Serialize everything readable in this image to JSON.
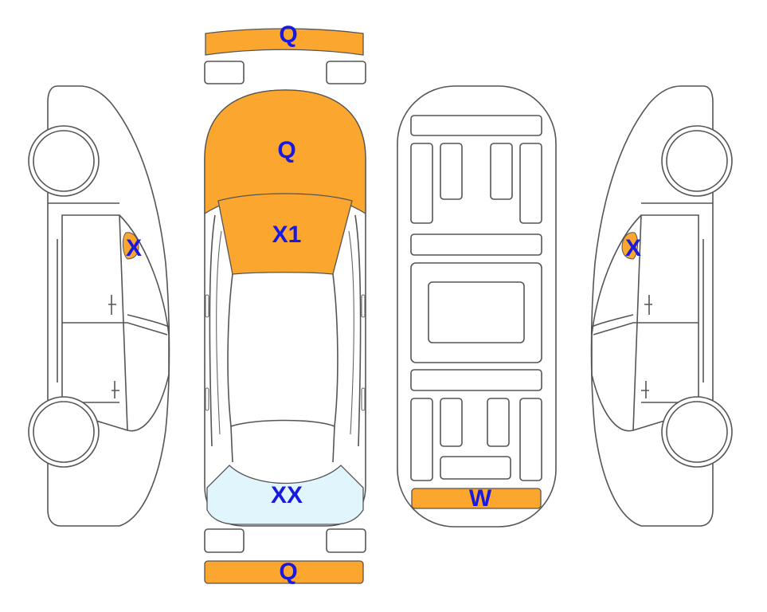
{
  "colors": {
    "damage": "#fba62f",
    "glass_damage": "#e1f6fc",
    "label": "#1a1adf",
    "outline": "#555555"
  },
  "markers": {
    "front_bumper": "Q",
    "hood": "Q",
    "windshield": "X1",
    "left_side": "X",
    "right_side": "X",
    "rear_window": "XX",
    "rear_bumper": "Q",
    "underbody_rear": "W"
  }
}
